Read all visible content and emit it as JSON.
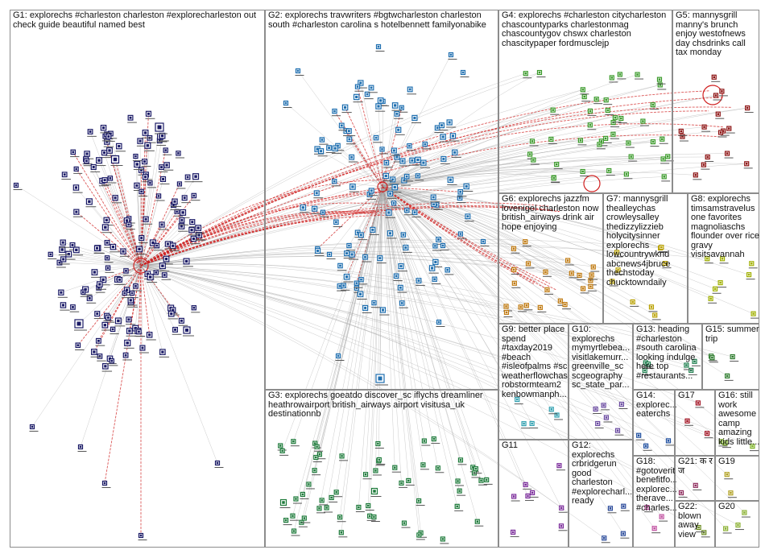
{
  "groups": [
    {
      "id": "G1",
      "words": "explorechs #charleston charleston #explorecharleston out check guide beautiful named best"
    },
    {
      "id": "G2",
      "words": "explorechs travwriters #bgtwcharleston charleston south #charleston carolina s hotelbennett familyonabike"
    },
    {
      "id": "G3",
      "words": "explorechs goeatdo discover_sc iflychs dreamliner heathrowairport british_airways airport visitusa_uk destinationnb"
    },
    {
      "id": "G4",
      "words": "explorechs #charleston citycharleston chascountyparks charlestonmag chascountygov chswx charleston chascitypaper fordmusclejp"
    },
    {
      "id": "G5",
      "words": "mannysgrill manny's brunch enjoy westofnews day chsdrinks call tax monday"
    },
    {
      "id": "G6",
      "words": "explorechs jazzfm lovenigel charleston now british_airways drink air hope enjoying"
    },
    {
      "id": "G7",
      "words": "mannysgrill thealleychas crowleysalley thedizzylizzieb holycitysinner explorechs lowcountrywknd abcnews4jbruce thechstoday chucktowndaily"
    },
    {
      "id": "G8",
      "words": "explorechs timsamstravelus one favorites magnoliaschs flounder over rice gravy visitsavannah"
    },
    {
      "id": "G9",
      "words": "better place spend #taxday2019 #beach #isleofpalms #sc weatherflowchas robstormteam2 kenbowmanph..."
    },
    {
      "id": "G10",
      "words": "explorechs mymyrtlebea... visitlakemurr... greenville_sc scgeography sc_state_par..."
    },
    {
      "id": "G11",
      "words": ""
    },
    {
      "id": "G12",
      "words": "explorechs crbridgerun good charleston #explorecharl... ready"
    },
    {
      "id": "G13",
      "words": "heading #charleston #south carolina looking indulge here top #restaurants..."
    },
    {
      "id": "G14",
      "words": "explorec... eaterchs"
    },
    {
      "id": "G15",
      "words": "summer trip"
    },
    {
      "id": "G16",
      "words": "still work awesome camp amazing kids little..."
    },
    {
      "id": "G17",
      "words": ""
    },
    {
      "id": "G18",
      "words": "#gotoverit benefitfo... explorec... therave... #charles..."
    },
    {
      "id": "G19",
      "words": ""
    },
    {
      "id": "G20",
      "words": ""
    },
    {
      "id": "G21",
      "words": "क र ज"
    },
    {
      "id": "G22",
      "words": "blown away view"
    }
  ],
  "colors": {
    "G1": "#1a1a66",
    "G2": "#1f6fb0",
    "G3": "#1d7a3a",
    "G4": "#3a9a2a",
    "G5": "#8b1010",
    "G6": "#c07a10",
    "G7": "#b8a000",
    "G8": "#a0b000",
    "G9": "#30a0b0",
    "G10": "#6a4aa0",
    "G11": "#7a2a9a",
    "G12": "#2a4a9a",
    "G13": "#208050",
    "G14": "#2050a0",
    "G15": "#2a7a2a",
    "G16": "#7ab020",
    "G17": "#a01020",
    "G18": "#c050a0",
    "G19": "#b0a020",
    "G20": "#8ab030",
    "G21": "#903060",
    "G22": "#6a8a20",
    "edge_gray": "#a0a0a0",
    "edge_red": "#d02020",
    "box_border": "#8c8c8c"
  }
}
